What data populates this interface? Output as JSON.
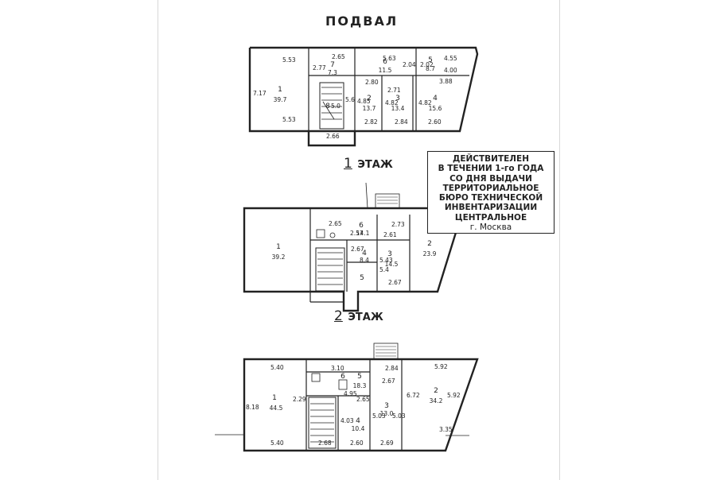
{
  "titles": {
    "basement": "ПОДВАЛ",
    "floor1": {
      "num": "1",
      "text": "ЭТАЖ"
    },
    "floor2": {
      "num": "2",
      "text": "ЭТАЖ"
    }
  },
  "stamp": {
    "lines": [
      "ДЕЙСТВИТЕЛЕН",
      "В ТЕЧЕНИИ 1-го ГОДА",
      "СО ДНЯ ВЫДАЧИ",
      "ТЕРРИТОРИАЛЬНОЕ",
      "БЮРО ТЕХНИЧЕСКОЙ",
      "ИНВЕНТАРИЗАЦИИ",
      "ЦЕНТРАЛЬНОЕ"
    ],
    "city": "г. Москва"
  },
  "basement": {
    "rooms": [
      {
        "no": "1",
        "area": "39.7"
      },
      {
        "no": "2",
        "area": "13.7"
      },
      {
        "no": "3",
        "area": "13.4"
      },
      {
        "no": "4",
        "area": "15.6"
      },
      {
        "no": "5",
        "area": "8.7"
      },
      {
        "no": "6",
        "area": "11.5"
      },
      {
        "no": "7",
        "area": "7.3"
      },
      {
        "no": "8",
        "area": "5.0"
      }
    ],
    "dims": [
      "5.53",
      "5.53",
      "7.17",
      "2.65",
      "2.77",
      "4.85",
      "5.6",
      "2.66",
      "5.63",
      "2.80",
      "2.71",
      "2.04",
      "2.02",
      "4.55",
      "4.00",
      "3.88",
      "4.82",
      "4.82",
      "2.82",
      "2.84",
      "2.60"
    ]
  },
  "floor1": {
    "rooms": [
      {
        "no": "1",
        "area": "39.2"
      },
      {
        "no": "2",
        "area": "23.9"
      },
      {
        "no": "3",
        "area": "14.5"
      },
      {
        "no": "4",
        "area": "8.4"
      },
      {
        "no": "6",
        "area": "14.1"
      },
      {
        "no": "5",
        "area": ""
      }
    ],
    "dims": [
      "2.65",
      "2.73",
      "2.61",
      "2.57",
      "2.67",
      "5.43",
      "5.4",
      "2.67"
    ]
  },
  "floor2": {
    "rooms": [
      {
        "no": "1",
        "area": "44.5"
      },
      {
        "no": "2",
        "area": "34.2"
      },
      {
        "no": "3",
        "area": "13.0"
      },
      {
        "no": "4",
        "area": "10.4"
      },
      {
        "no": "5",
        "area": "18.3"
      },
      {
        "no": "6",
        "area": ""
      }
    ],
    "dims": [
      "5.40",
      "5.40",
      "8.18",
      "3.10",
      "2.84",
      "5.92",
      "4.95",
      "2.67",
      "6.72",
      "5.92",
      "2.29",
      "2.65",
      "5.03",
      "5.03",
      "2.60",
      "2.69",
      "2.68",
      "3.35",
      "4.03"
    ]
  }
}
